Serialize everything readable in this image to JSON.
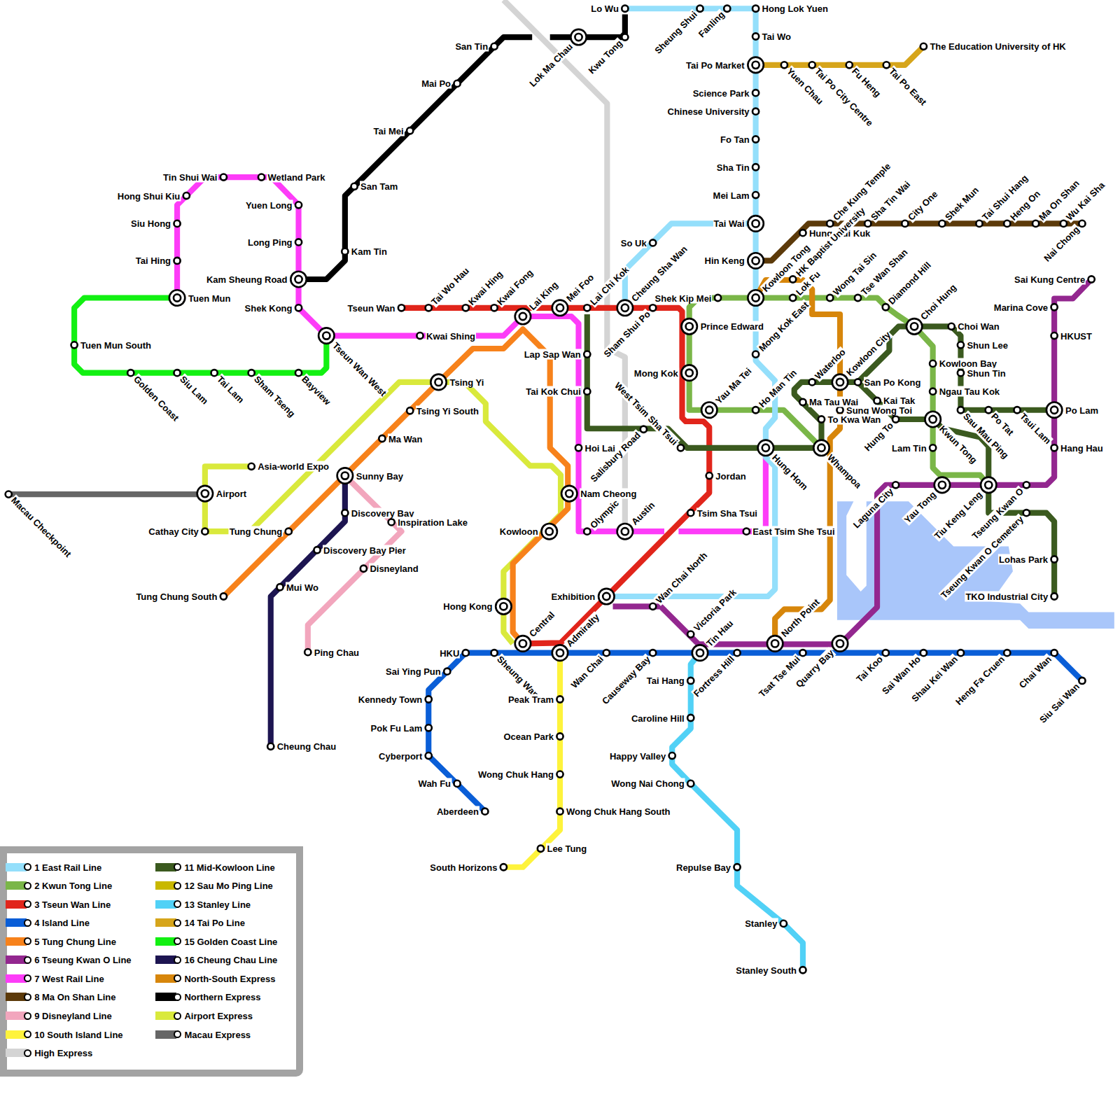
{
  "diagram": {
    "labels": [
      "Lo Wu",
      "Sheung Shui",
      "Fanling",
      "Hong Lok Yuen",
      "Tai Wo",
      "Tai Po Market",
      "Yuen Chau",
      "Tai Po City Centre",
      "Fu Heng",
      "Tai Po East",
      "The Education University of HK",
      "Science Park",
      "Chinese University",
      "Fo Tan",
      "Sha Tin",
      "Mei Lam",
      "Tai Wai",
      "Hin Keng",
      "Kowloon Tong",
      "Mong Kok East",
      "Ho Man Tin",
      "Hung Hom",
      "Exhibition",
      "So Uk",
      "Cheung Sha Wan",
      "Sham Shui Po",
      "Shek Kip Mei",
      "Prince Edward",
      "Mong Kok",
      "Yau Ma Tei",
      "Lok Fu",
      "Wong Tai Sin",
      "Tse Wan Shan",
      "Diamond Hill",
      "Choi Hung",
      "Kowloon Bay",
      "Ngau Tau Kok",
      "Kwun Tong",
      "Lam Tin",
      "Yau Tong",
      "Laguna City",
      "Tiu Keng Leng",
      "Tseung Kwan O",
      "Tseung Kwan O Cemetery",
      "Lohas Park",
      "TKO Industrial City",
      "Hang Hau",
      "Po Lam",
      "HKUST",
      "Marina Cove",
      "Sai Kung Centre",
      "Choi Wan",
      "Shun Lee",
      "Shun Tin",
      "Sau Mau Ping",
      "Po Tat",
      "Tsui Lam",
      "Hung To",
      "Kai Tak",
      "San Po Kong",
      "Kowloon City",
      "Sung Wong Toi",
      "To Kwa Wan",
      "Whampoa",
      "Ma Tau Wai",
      "Waterloo",
      "West Tsim Sha Tsui",
      "Salisbury Road",
      "Lap Sap Wan",
      "Tai Kok Chui",
      "Lai Chi Kok",
      "Mei Foo",
      "Lai King",
      "Kwai Fong",
      "Kwai Hing",
      "Tai Wo Hau",
      "Tseun Wan",
      "Hoi Lai",
      "Olympic",
      "Austin",
      "East Tsim She Tsui",
      "Jordan",
      "Tsim Sha Tsui",
      "Nam Cheong",
      "Kowloon",
      "Hong Kong",
      "Central",
      "Admiralty",
      "Wan Chai North",
      "Victoria Park",
      "Tin Hau",
      "North Point",
      "Quarry Bay",
      "HKU",
      "Sheung Wan",
      "Wan Chai",
      "Causeway Bay",
      "Fortress Hill",
      "Tsat Tse Mui",
      "Tai Koo",
      "Sai Wan Ho",
      "Shau Kei Wan",
      "Heng Fa Cruen",
      "Chai Wan",
      "Siu Sai Wan",
      "Sai Ying Pun",
      "Kennedy Town",
      "Pok Fu Lam",
      "Cyberport",
      "Wah Fu",
      "Aberdeen",
      "Peak Tram",
      "Ocean Park",
      "Wong Chuk Hang",
      "Wong Chuk Hang South",
      "Lee Tung",
      "South Horizons",
      "Tai Hang",
      "Caroline Hill",
      "Happy Valley",
      "Wong Nai Chong",
      "Repulse Bay",
      "Stanley",
      "Stanley South",
      "Hung Mui Kuk",
      "Che Kung Temple",
      "HK Baptist University",
      "Sha Tin Wai",
      "City One",
      "Shek Mun",
      "Tai Shui Hang",
      "Heng On",
      "Ma On Shan",
      "Wu Kai Sha",
      "Nai Chong",
      "Tin Shui Wai",
      "Wetland Park",
      "Hong Shui Kiu",
      "Siu Hong",
      "Tai Hing",
      "Tuen Mun",
      "Yuen Long",
      "Long Ping",
      "Kam Sheung Road",
      "Shek Kong",
      "Tseun Wan West",
      "Kwai Shing",
      "Tuen Mun South",
      "Golden Coast",
      "Siu Lam",
      "Tai Lam",
      "Sham Tseng",
      "Bayview",
      "Kam Tin",
      "San Tam",
      "Tai Mei",
      "Mai Po",
      "San Tin",
      "Lok Ma Chau",
      "Kwu Tong",
      "Tsing Yi",
      "Tsing Yi South",
      "Ma Wan",
      "Sunny Bay",
      "Discovery Bay",
      "Inspiration Lake",
      "Discovery Bay Pier",
      "Disneyland",
      "Mui Wo",
      "Ping Chau",
      "Cheung Chau",
      "Tung Chung",
      "Tung Chung South",
      "Asia-world Expo",
      "Airport",
      "Cathay City",
      "Macau Checkpoint"
    ],
    "legend": [
      {
        "text": "1 East Rail Line",
        "color": "#94dffb"
      },
      {
        "text": "2 Kwun Tong Line",
        "color": "#7ab648"
      },
      {
        "text": "3 Tseun Wan Line",
        "color": "#e1251b"
      },
      {
        "text": "4 Island Line",
        "color": "#0a5ed7"
      },
      {
        "text": "5 Tung Chung Line",
        "color": "#f7821b"
      },
      {
        "text": "6 Tseung Kwan O Line",
        "color": "#93278f"
      },
      {
        "text": "7 West Rail Line",
        "color": "#fd3cf8"
      },
      {
        "text": "8 Ma On Shan Line",
        "color": "#5c3a0a"
      },
      {
        "text": "9 Disneyland Line",
        "color": "#f2a6bd"
      },
      {
        "text": "10 South Island Line",
        "color": "#fef33c"
      },
      {
        "text": "High Express",
        "color": "#d4d4d4"
      },
      {
        "text": "11 Mid-Kowloon Line",
        "color": "#3b5a1f"
      },
      {
        "text": "12 Sau Mo Ping Line",
        "color": "#c9b800"
      },
      {
        "text": "13 Stanley Line",
        "color": "#51d1f6"
      },
      {
        "text": "14 Tai Po Line",
        "color": "#d6a51b"
      },
      {
        "text": "15 Golden Coast Line",
        "color": "#12f012"
      },
      {
        "text": "16 Cheung Chau Line",
        "color": "#1d1551"
      },
      {
        "text": "North-South Express",
        "color": "#d7860b"
      },
      {
        "text": "Northern Express",
        "color": "#000000"
      },
      {
        "text": "Airport Express",
        "color": "#d9e93c"
      },
      {
        "text": "Macau Express",
        "color": "#666666"
      }
    ]
  }
}
